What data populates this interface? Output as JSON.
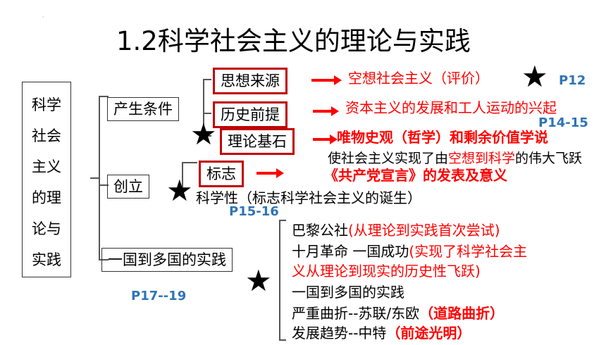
{
  "dot": "·",
  "title": "1.2科学社会主义的理论与实践",
  "vertical_box": [
    "科学",
    "社会",
    "主义",
    "的理",
    "论与",
    "实践"
  ],
  "branches": {
    "origin": "产生条件",
    "founding": "创立",
    "practice": "一国到多国的实践"
  },
  "origin_items": [
    {
      "label": "思想来源",
      "text": "空想社会主义（评价）"
    },
    {
      "label": "历史前提",
      "text": "资本主义的发展和工人运动的兴起"
    },
    {
      "label": "理论基石",
      "text": "唯物史观（哲学）和剩余价值学说"
    }
  ],
  "page_refs": {
    "p12": "P12",
    "p14_15": "P14-15",
    "p15_16": "P15-16",
    "p17_19": "P17--19"
  },
  "founding": {
    "leap_prefix": "使社会主义实现了由",
    "leap_red": "空想到科学",
    "leap_suffix": "的伟大飞跃",
    "sign_label": "标志",
    "manifesto": "《共产党宣言》的发表及意义",
    "scientific": "科学性（标志科学社会主义的诞生）"
  },
  "practice_items": {
    "paris_black": "巴黎公社",
    "paris_red": "(从理论到实践首次尝试)",
    "october_black": "十月革命  一国成功",
    "october_red_1": "(实现了科学社会主",
    "october_red_2": "义从理论到现实的历史性飞跃)",
    "multi": "一国到多国的实践",
    "setback_black": "严重曲折--苏联/东欧",
    "setback_red": "（道路曲折）",
    "trend_black": "发展趋势--中特",
    "trend_red": "（前途光明）"
  },
  "star": "★",
  "colors": {
    "red": "#ff0000",
    "box_red": "#c00000",
    "blue": "#2e74b5"
  }
}
